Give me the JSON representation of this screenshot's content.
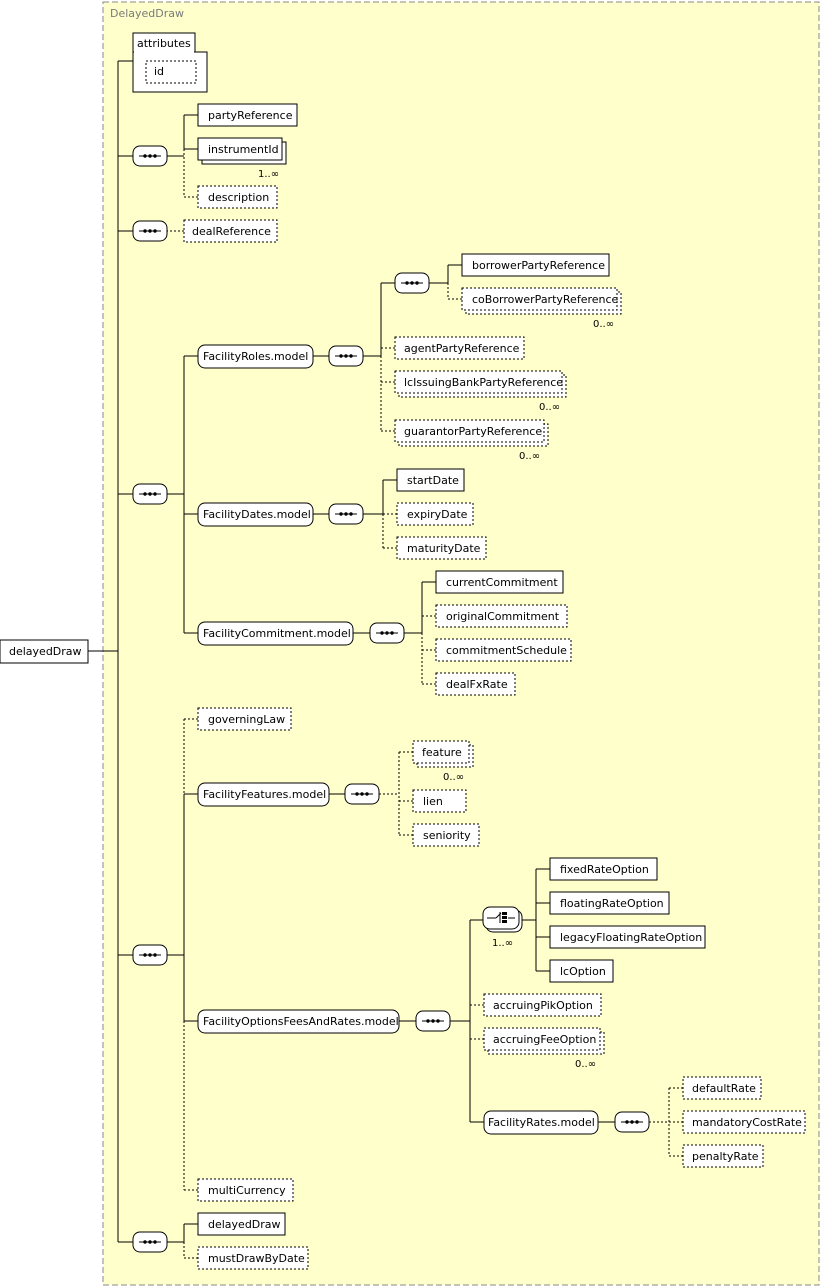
{
  "group_title": "DelayedDraw",
  "root": "delayedDraw",
  "attributes": {
    "title": "attributes",
    "id": "id"
  },
  "elements": {
    "partyReference": "partyReference",
    "instrumentId": "instrumentId",
    "instrumentId_card": "1..∞",
    "description": "description",
    "dealReference": "dealReference",
    "facilityRoles": "FacilityRoles.model",
    "borrowerPartyReference": "borrowerPartyReference",
    "coBorrowerPartyReference": "coBorrowerPartyReference",
    "coBorrower_card": "0..∞",
    "agentPartyReference": "agentPartyReference",
    "lcIssuingBankPartyReference": "lcIssuingBankPartyReference",
    "lcIssuing_card": "0..∞",
    "guarantorPartyReference": "guarantorPartyReference",
    "guarantor_card": "0..∞",
    "facilityDates": "FacilityDates.model",
    "startDate": "startDate",
    "expiryDate": "expiryDate",
    "maturityDate": "maturityDate",
    "facilityCommitment": "FacilityCommitment.model",
    "currentCommitment": "currentCommitment",
    "originalCommitment": "originalCommitment",
    "commitmentSchedule": "commitmentSchedule",
    "dealFxRate": "dealFxRate",
    "governingLaw": "governingLaw",
    "facilityFeatures": "FacilityFeatures.model",
    "feature": "feature",
    "feature_card": "0..∞",
    "lien": "lien",
    "seniority": "seniority",
    "facilityOptions": "FacilityOptionsFeesAndRates.model",
    "choice_card": "1..∞",
    "fixedRateOption": "fixedRateOption",
    "floatingRateOption": "floatingRateOption",
    "legacyFloatingRateOption": "legacyFloatingRateOption",
    "lcOption": "lcOption",
    "accruingPikOption": "accruingPikOption",
    "accruingFeeOption": "accruingFeeOption",
    "accruingFee_card": "0..∞",
    "facilityRates": "FacilityRates.model",
    "defaultRate": "defaultRate",
    "mandatoryCostRate": "mandatoryCostRate",
    "penaltyRate": "penaltyRate",
    "multiCurrency": "multiCurrency",
    "delayedDrawChild": "delayedDraw",
    "mustDrawByDate": "mustDrawByDate"
  },
  "colors": {
    "group_fill": "#ffffcc",
    "node_fill": "#ffffff",
    "line": "#000000",
    "title": "#7a7a7a"
  }
}
